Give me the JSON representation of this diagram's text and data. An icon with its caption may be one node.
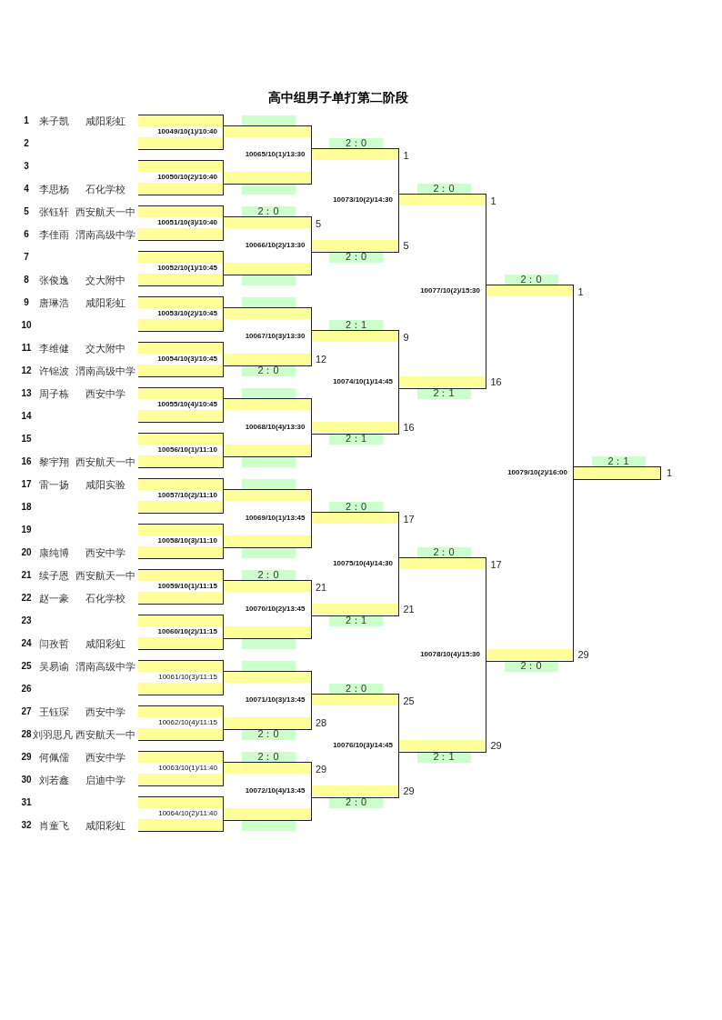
{
  "diagram": {
    "title": "高中组男子单打第二阶段",
    "nodes": [
      {
        "text": [
          "10049/10(1)/10:40"
        ]
      },
      {
        "text": [],
        "shape": "bar",
        "in": 0,
        "beside": [
          "1",
          "来子凯",
          "咸阳彩虹"
        ]
      },
      {
        "text": [],
        "shape": "bar",
        "in": 0
      },
      {
        "text": [
          "10050/10(2)/10:40"
        ]
      },
      {
        "text": [],
        "shape": "bar",
        "in": 3
      },
      {
        "text": [],
        "shape": "bar",
        "in": 3,
        "beside": [
          "4",
          "李思杨",
          "石化学校"
        ]
      },
      {
        "text": [
          "10051/10(3)/10:40"
        ]
      },
      {
        "text": [],
        "shape": "bar",
        "in": 6,
        "beside": [
          "5",
          "张钰轩",
          "西安航天一中"
        ]
      },
      {
        "text": [],
        "shape": "bar",
        "in": 6,
        "beside": [
          "6",
          "李佳雨",
          "渭南高级中学"
        ]
      },
      {
        "text": [
          "10052/10(1)/10:45"
        ]
      },
      {
        "text": [],
        "shape": "bar",
        "in": 9
      },
      {
        "text": [],
        "shape": "bar",
        "in": 9,
        "beside": [
          "8",
          "张俊逸",
          "交大附中"
        ]
      },
      {
        "text": [
          "10053/10(2)/10:45"
        ]
      },
      {
        "text": [],
        "shape": "bar",
        "in": 12,
        "beside": [
          "9",
          "唐琳浩",
          "咸阳彩虹"
        ]
      },
      {
        "text": [],
        "shape": "bar",
        "in": 12
      },
      {
        "text": [
          "10054/10(3)/10:45"
        ]
      },
      {
        "text": [],
        "shape": "bar",
        "in": 15,
        "beside": [
          "11",
          "李维健",
          "交大附中"
        ]
      },
      {
        "text": [],
        "shape": "bar",
        "in": 15,
        "beside": [
          "12",
          "许锦波",
          "渭南高级中学"
        ]
      },
      {
        "text": [
          "10055/10(4)/10:45"
        ]
      },
      {
        "text": [],
        "shape": "bar",
        "in": 18,
        "beside": [
          "13",
          "周子栋",
          "西安中学"
        ]
      },
      {
        "text": [],
        "shape": "bar",
        "in": 18
      },
      {
        "text": [
          "10056/10(1)/11:10"
        ]
      },
      {
        "text": [],
        "shape": "bar",
        "in": 21
      },
      {
        "text": [],
        "shape": "bar",
        "in": 21,
        "beside": [
          "16",
          "黎宇翔",
          "西安航天一中"
        ]
      },
      {
        "text": [
          "10057/10(2)/11:10"
        ]
      },
      {
        "text": [],
        "shape": "bar",
        "in": 24,
        "beside": [
          "17",
          "雷一扬",
          "咸阳实验"
        ]
      },
      {
        "text": [],
        "shape": "bar",
        "in": 24
      },
      {
        "text": [
          "10058/10(3)/11:10"
        ]
      },
      {
        "text": [],
        "shape": "bar",
        "in": 27
      },
      {
        "text": [],
        "shape": "bar",
        "in": 27,
        "beside": [
          "20",
          "康纯博",
          "西安中学"
        ]
      },
      {
        "text": [
          "10059/10(1)/11:15"
        ]
      },
      {
        "text": [],
        "shape": "bar",
        "in": 30,
        "beside": [
          "21",
          "续子恩",
          "西安航天一中"
        ]
      },
      {
        "text": [],
        "shape": "bar",
        "in": 30,
        "beside": [
          "22",
          "赵一豪",
          "石化学校"
        ]
      },
      {
        "text": [
          "10060/10(2)/11:15"
        ]
      },
      {
        "text": [],
        "shape": "bar",
        "in": 33
      },
      {
        "text": [],
        "shape": "bar",
        "in": 33,
        "beside": [
          "24",
          "闫孜哲",
          "咸阳彩虹"
        ]
      },
      {
        "text": [
          "10061/10(3)/11:15"
        ]
      },
      {
        "text": [],
        "shape": "bar",
        "in": 36,
        "beside": [
          "25",
          "吴易谕",
          "渭南高级中学"
        ]
      },
      {
        "text": [],
        "shape": "bar",
        "in": 36
      },
      {
        "text": [
          "10062/10(4)/11:15"
        ]
      },
      {
        "text": [],
        "shape": "bar",
        "in": 39,
        "beside": [
          "27",
          "王钰琛",
          "西安中学"
        ]
      },
      {
        "text": [],
        "shape": "bar",
        "in": 39,
        "beside": [
          "28",
          "刘羽思凡",
          "西安航天一中"
        ]
      },
      {
        "text": [
          "10063/10(1)/11:40"
        ]
      },
      {
        "text": [],
        "shape": "bar",
        "in": 42,
        "beside": [
          "29",
          "何佩儒",
          "西安中学"
        ]
      },
      {
        "text": [],
        "shape": "bar",
        "in": 42,
        "beside": [
          "30",
          "刘若鑫",
          "启迪中学"
        ]
      },
      {
        "text": [
          "10064/10(2)/11:40"
        ]
      },
      {
        "text": [],
        "shape": "bar",
        "in": 45
      },
      {
        "text": [],
        "shape": "bar",
        "in": 45,
        "beside": [
          "32",
          "肖童飞",
          "咸阳彩虹"
        ]
      },
      {
        "text": [],
        "shape": "box"
      },
      {
        "text": [],
        "shape": "box"
      },
      {
        "text": [
          "2：0"
        ]
      },
      {
        "text": [],
        "shape": "box"
      },
      {
        "text": [],
        "shape": "box"
      },
      {
        "text": [
          "2：0"
        ]
      },
      {
        "text": [],
        "shape": "box"
      },
      {
        "text": [],
        "shape": "box"
      },
      {
        "text": [],
        "shape": "box"
      },
      {
        "text": [],
        "shape": "box"
      },
      {
        "text": [
          "2：0"
        ]
      },
      {
        "text": [],
        "shape": "box"
      },
      {
        "text": [],
        "shape": "box"
      },
      {
        "text": [
          "2：0"
        ]
      },
      {
        "text": [
          "2：0"
        ]
      },
      {
        "text": [],
        "shape": "box"
      },
      {
        "text": [
          "10065/10(1)/13:30"
        ]
      },
      {
        "text": [],
        "shape": "bar",
        "in": 64
      },
      {
        "text": [],
        "shape": "bar",
        "in": 64
      },
      {
        "text": [
          "10066/10(2)/13:30"
        ]
      },
      {
        "text": [],
        "shape": "bar",
        "in": 67,
        "beside": [
          "5"
        ]
      },
      {
        "text": [],
        "shape": "bar",
        "in": 67
      },
      {
        "text": [
          "10067/10(3)/13:30"
        ]
      },
      {
        "text": [],
        "shape": "bar",
        "in": 70
      },
      {
        "text": [],
        "shape": "bar",
        "in": 70,
        "beside": [
          "12"
        ]
      },
      {
        "text": [
          "10068/10(4)/13:30"
        ]
      },
      {
        "text": [],
        "shape": "bar",
        "in": 73
      },
      {
        "text": [],
        "shape": "bar",
        "in": 73
      },
      {
        "text": [
          "10069/10(1)/13:45"
        ]
      },
      {
        "text": [],
        "shape": "bar",
        "in": 76
      },
      {
        "text": [],
        "shape": "bar",
        "in": 76
      },
      {
        "text": [
          "10070/10(2)/13:45"
        ]
      },
      {
        "text": [],
        "shape": "bar",
        "in": 79,
        "beside": [
          "21"
        ]
      },
      {
        "text": [],
        "shape": "bar",
        "in": 79
      },
      {
        "text": [
          "10071/10(3)/13:45"
        ]
      },
      {
        "text": [],
        "shape": "bar",
        "in": 82
      },
      {
        "text": [],
        "shape": "bar",
        "in": 82,
        "beside": [
          "28"
        ]
      },
      {
        "text": [
          "10072/10(4)/13:45"
        ]
      },
      {
        "text": [],
        "shape": "bar",
        "in": 85,
        "beside": [
          "29"
        ]
      },
      {
        "text": [],
        "shape": "bar",
        "in": 85
      },
      {
        "text": [
          "2：0"
        ]
      },
      {
        "text": [
          "2：0"
        ]
      },
      {
        "text": [
          "2：1"
        ]
      },
      {
        "text": [
          "2：1"
        ]
      },
      {
        "text": [
          "2：0"
        ]
      },
      {
        "text": [
          "2：1"
        ]
      },
      {
        "text": [
          "2：0"
        ]
      },
      {
        "text": [
          "2：0"
        ]
      },
      {
        "text": [
          "10073/10(2)/14:30"
        ]
      },
      {
        "text": [],
        "shape": "bar",
        "in": 96,
        "beside": [
          "1"
        ]
      },
      {
        "text": [],
        "shape": "bar",
        "in": 96,
        "beside": [
          "5"
        ]
      },
      {
        "text": [
          "10074/10(1)/14:45"
        ]
      },
      {
        "text": [],
        "shape": "bar",
        "in": 99,
        "beside": [
          "9"
        ]
      },
      {
        "text": [],
        "shape": "bar",
        "in": 99,
        "beside": [
          "16"
        ]
      },
      {
        "text": [
          "10075/10(4)/14:30"
        ]
      },
      {
        "text": [],
        "shape": "bar",
        "in": 102,
        "beside": [
          "17"
        ]
      },
      {
        "text": [],
        "shape": "bar",
        "in": 102,
        "beside": [
          "21"
        ]
      },
      {
        "text": [
          "10076/10(3)/14:45"
        ]
      },
      {
        "text": [],
        "shape": "bar",
        "in": 105,
        "beside": [
          "25"
        ]
      },
      {
        "text": [],
        "shape": "bar",
        "in": 105,
        "beside": [
          "29"
        ]
      },
      {
        "text": [
          "2：0"
        ]
      },
      {
        "text": [
          "2：1"
        ]
      },
      {
        "text": [
          "2：0"
        ]
      },
      {
        "text": [
          "2：1"
        ]
      },
      {
        "text": [
          "10077/10(2)/15:30"
        ]
      },
      {
        "text": [],
        "shape": "bar",
        "in": 112,
        "beside": [
          "1"
        ]
      },
      {
        "text": [],
        "shape": "bar",
        "in": 112,
        "beside": [
          "16"
        ]
      },
      {
        "text": [
          "10078/10(4)/15:30"
        ]
      },
      {
        "text": [],
        "shape": "bar",
        "in": 115,
        "beside": [
          "17"
        ]
      },
      {
        "text": [],
        "shape": "bar",
        "in": 115,
        "beside": [
          "29"
        ]
      },
      {
        "text": [
          "2：0"
        ]
      },
      {
        "text": [
          "2：0"
        ]
      },
      {
        "text": [
          "10079/10(2)/16:00"
        ]
      },
      {
        "text": [],
        "shape": "bar",
        "in": 120,
        "beside": [
          "1"
        ]
      },
      {
        "text": [],
        "shape": "bar",
        "in": 120,
        "beside": [
          "29"
        ]
      },
      {
        "text": [
          "2：1"
        ]
      },
      {
        "text": [],
        "shape": "bar",
        "beside": [
          "1"
        ]
      }
    ],
    "labels": [
      "2",
      "3",
      "7",
      "10",
      "14",
      "15",
      "18",
      "19",
      "23",
      "26",
      "31"
    ]
  }
}
